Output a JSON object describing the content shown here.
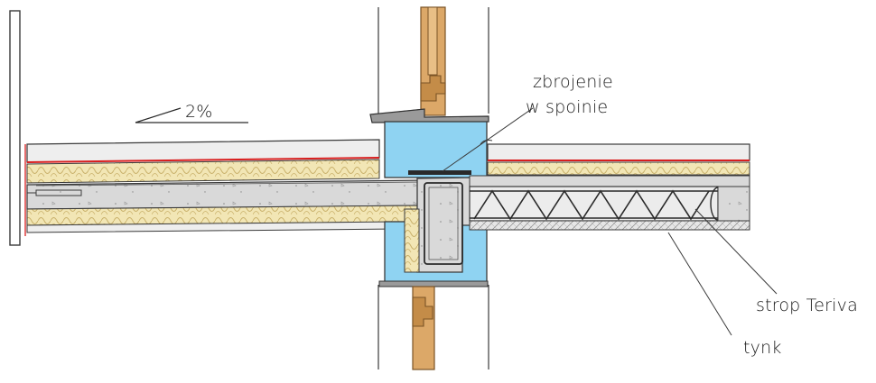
{
  "labels": {
    "slope": "2%",
    "reinforcement_line1": "zbrojenie",
    "reinforcement_line2": "w spoinie",
    "ceiling": "strop Teriva",
    "plaster": "tynk"
  },
  "colors": {
    "insulation": "#f2e6b5",
    "insulation_pattern": "#c9b16b",
    "concrete": "#d9d9d9",
    "concrete_dark": "#c9c9c9",
    "cavity_insulation": "#8fd3f2",
    "membrane": "#d91e1e",
    "wood": "#dca868",
    "wood_dark": "#7a5326",
    "line": "#3a3a3a",
    "plaster": "#e3e3e3"
  }
}
